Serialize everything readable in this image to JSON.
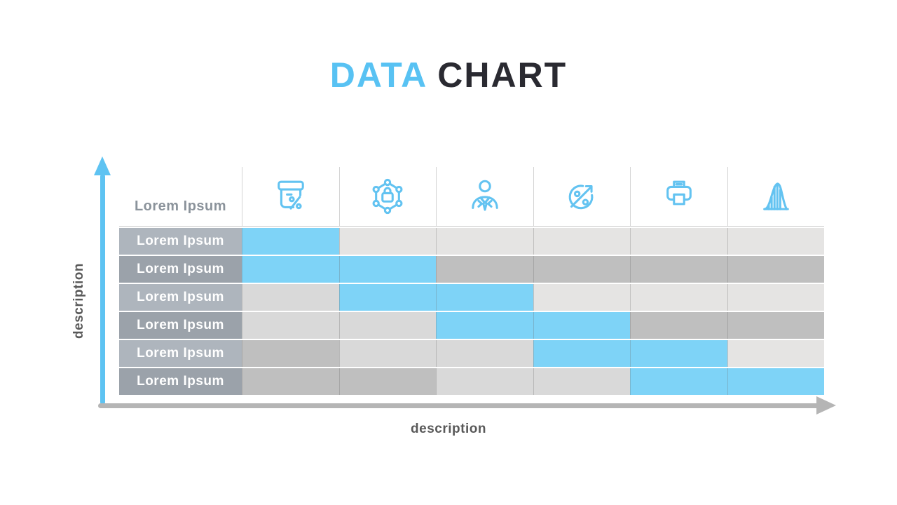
{
  "title": {
    "accent": "DATA",
    "rest": "CHART"
  },
  "axes": {
    "x_label": "description",
    "y_label": "description"
  },
  "table": {
    "header_label": "Lorem Ipsum",
    "icon_names": [
      "discount-basket-icon",
      "network-security-icon",
      "businessman-icon",
      "percentage-growth-icon",
      "printer-icon",
      "distribution-curve-icon"
    ]
  },
  "chart_data": {
    "type": "heatmap",
    "title": "DATA CHART",
    "xlabel": "description",
    "ylabel": "description",
    "columns": [
      "discount-basket",
      "network-security",
      "businessman",
      "percentage-growth",
      "printer",
      "distribution-curve"
    ],
    "header_label": "Lorem Ipsum",
    "row_labels": [
      "Lorem Ipsum",
      "Lorem Ipsum",
      "Lorem Ipsum",
      "Lorem Ipsum",
      "Lorem Ipsum",
      "Lorem Ipsum"
    ],
    "cell_states": [
      [
        "blue",
        "light",
        "light",
        "light",
        "light",
        "light"
      ],
      [
        "blue",
        "blue",
        "dark",
        "dark",
        "dark",
        "dark"
      ],
      [
        "mid",
        "blue",
        "blue",
        "light",
        "light",
        "light"
      ],
      [
        "mid",
        "mid",
        "blue",
        "blue",
        "dark",
        "dark"
      ],
      [
        "dark",
        "mid",
        "mid",
        "blue",
        "blue",
        "light"
      ],
      [
        "dark",
        "dark",
        "mid",
        "mid",
        "blue",
        "blue"
      ]
    ],
    "highlight_meaning": "blue staircase descending left-to-right",
    "legend_position": "none",
    "grid": true
  },
  "colors": {
    "accent_blue": "#58c2f3",
    "title_dark": "#2a2a31",
    "cell_blue": "#7ed3f7",
    "cell_light": "#e5e4e3",
    "cell_mid": "#d9d9d9",
    "cell_dark": "#bfbfbf",
    "label_row_odd": "#aeb5bd",
    "label_row_even": "#9ba2aa",
    "axis_blue": "#5ec3f2",
    "axis_gray": "#b5b5b5",
    "icon_blue": "#63c3f1",
    "text_gray": "#595959",
    "header_text": "#8b939b"
  }
}
